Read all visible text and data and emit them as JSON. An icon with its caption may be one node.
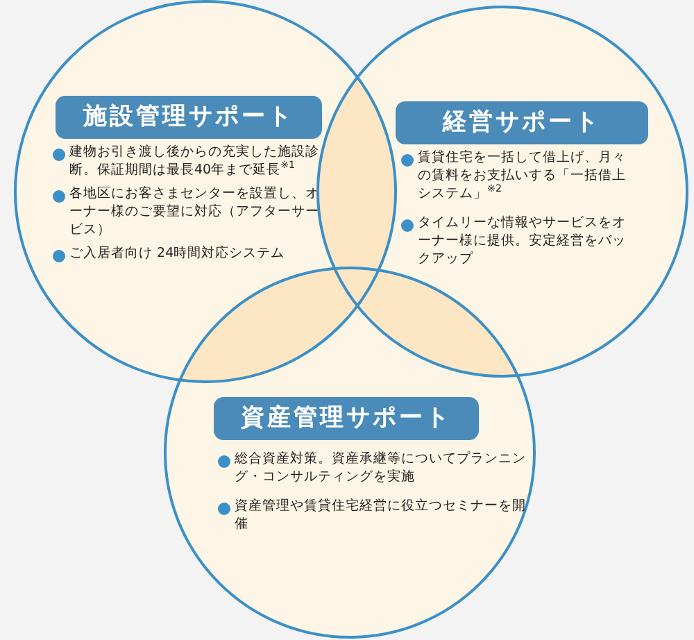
{
  "diagram": {
    "nodes": [
      {
        "text": [
          "施設管理サポート",
          "建物お引き渡し後からの充実した施設診断。保証期間は最長40年まで延長$^{※1}$",
          "各地区にお客さまセンターを設置し、オーナー様のご要望に対応（アフターサービス）",
          "ご入居者向け 24時間対応システム"
        ]
      },
      {
        "text": [
          "経営サポート",
          "賃貸住宅を一括して借上げ、月々の賃料をお支払いする「一括借上システム」$^{※2}$",
          "タイムリーな情報やサービスをオーナー様に提供。安定経営をバックアップ"
        ]
      },
      {
        "text": [
          "資産管理サポート",
          "総合資産対策。資産承継等についてプランニング・コンサルティングを実施",
          "資産管理や賃貸住宅経営に役立つセミナーを開催"
        ]
      }
    ]
  }
}
